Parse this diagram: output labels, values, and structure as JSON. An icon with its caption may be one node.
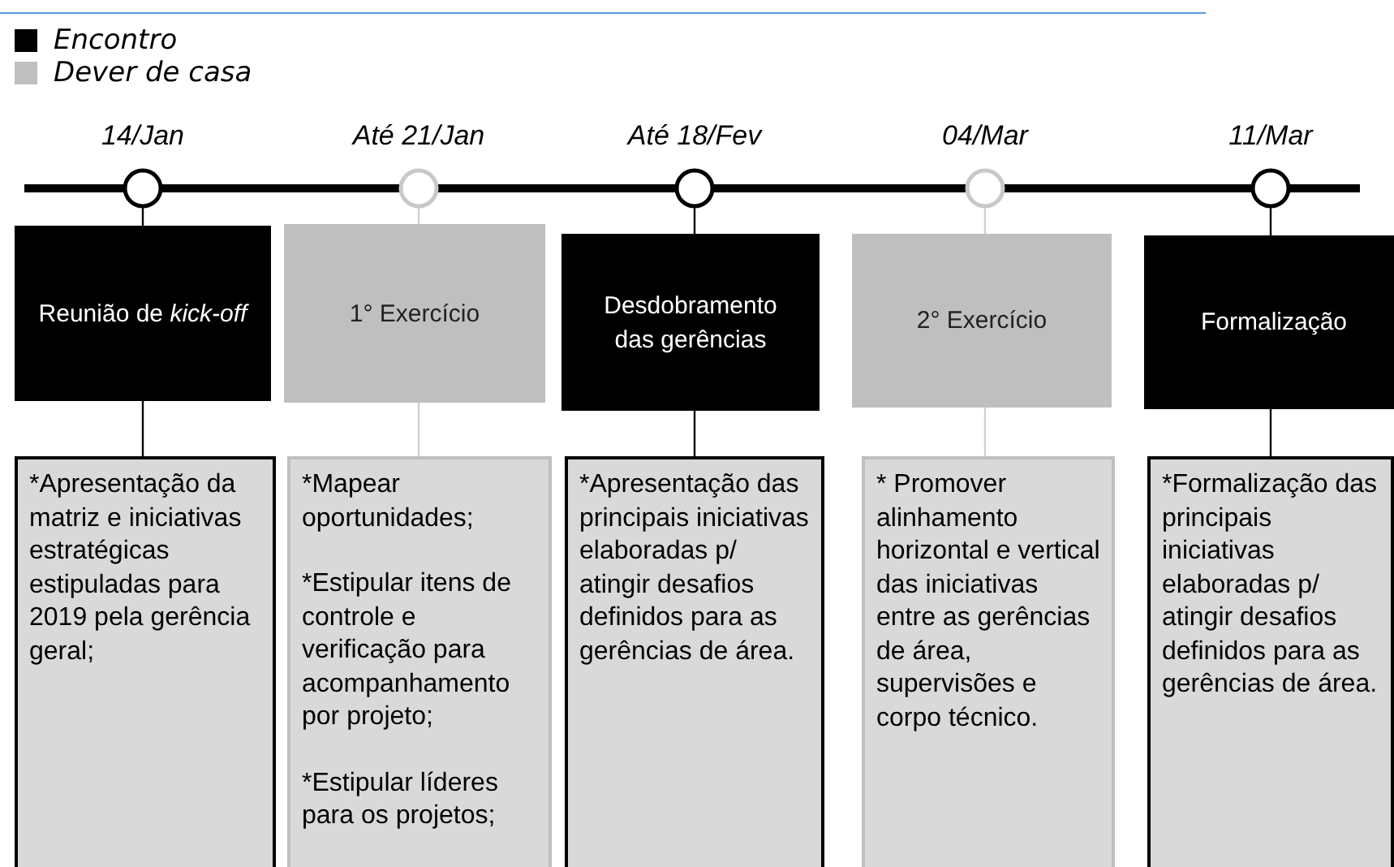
{
  "diagram": {
    "nodes": [
      {
        "text": [
          "14/Jan"
        ]
      },
      {
        "text": [
          "Até 21/Jan"
        ]
      },
      {
        "text": [
          "Até 18/Fev"
        ]
      },
      {
        "text": [
          "04/Mar"
        ]
      },
      {
        "text": [
          "11/Mar"
        ]
      },
      {
        "text": [
          "Reunião de *kick-off*"
        ]
      },
      {
        "text": [
          "1° Exercício"
        ]
      },
      {
        "text": [
          "Desdobramento das gerências"
        ]
      },
      {
        "text": [
          "2° Exercício"
        ]
      },
      {
        "text": [
          "Formalização"
        ]
      },
      {
        "text": [
          "*Apresentação da matriz e iniciativas estratégicas estipuladas para 2019 pela gerência geral;"
        ]
      },
      {
        "text": [
          "*Mapear oportunidades;",
          "*Estipular itens de controle e verificação para acompanhamento por projeto;",
          "*Estipular líderes para os projetos;"
        ]
      },
      {
        "text": [
          "*Apresentação das principais iniciativas elaboradas p/ atingir desafios definidos para as gerências de área."
        ]
      },
      {
        "text": [
          "* Promover alinhamento horizontal e vertical das iniciativas entre as gerências de área, supervisões e corpo técnico."
        ]
      },
      {
        "text": [
          "*Formalização das principais iniciativas elaboradas p/ atingir desafios definidos para as gerências de área."
        ]
      }
    ],
    "edges": [
      {
        "from": 0,
        "to": 1,
        "arrow": "none",
        "style": "thick"
      },
      {
        "from": 1,
        "to": 2,
        "arrow": "none",
        "style": "thick"
      },
      {
        "from": 2,
        "to": 3,
        "arrow": "none",
        "style": "thick"
      },
      {
        "from": 3,
        "to": 4,
        "arrow": "none",
        "style": "thick"
      },
      {
        "from": 0,
        "to": 5,
        "arrow": "none"
      },
      {
        "from": 1,
        "to": 6,
        "arrow": "none",
        "color": "#d0d0d0"
      },
      {
        "from": 2,
        "to": 7,
        "arrow": "none"
      },
      {
        "from": 3,
        "to": 8,
        "arrow": "none",
        "color": "#d0d0d0"
      },
      {
        "from": 4,
        "to": 9,
        "arrow": "none"
      },
      {
        "from": 5,
        "to": 10,
        "arrow": "none"
      },
      {
        "from": 6,
        "to": 11,
        "arrow": "none",
        "color": "#d0d0d0"
      },
      {
        "from": 7,
        "to": 12,
        "arrow": "none"
      },
      {
        "from": 8,
        "to": 13,
        "arrow": "none",
        "color": "#d0d0d0"
      },
      {
        "from": 9,
        "to": 14,
        "arrow": "none"
      }
    ],
    "legend": [
      {
        "text": "Encontro",
        "color": "#000000"
      },
      {
        "text": "Dever de casa",
        "color": "#bfbfbf"
      }
    ]
  }
}
